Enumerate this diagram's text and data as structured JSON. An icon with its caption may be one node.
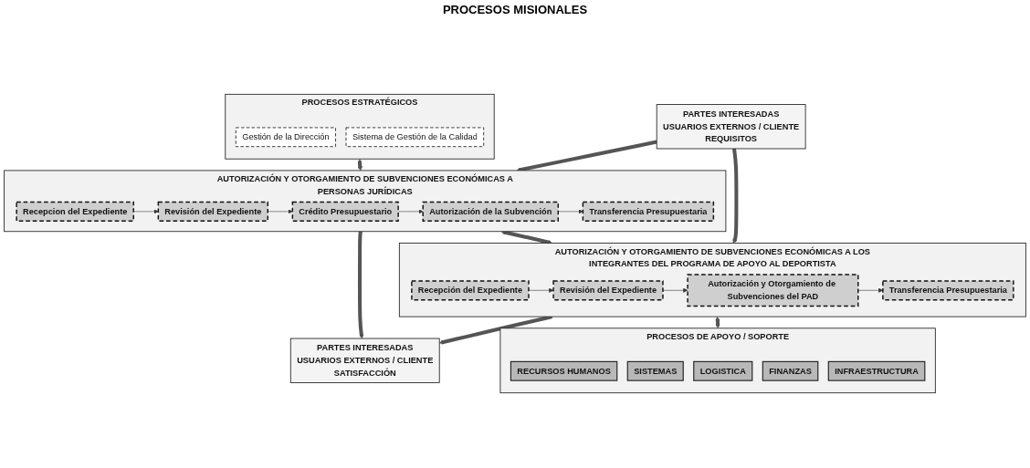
{
  "diagram": {
    "nodes": [
      {
        "text": [
          "PROCESOS ESTRATÉGICOS"
        ]
      },
      {
        "text": [
          "Gestión de la Dirección"
        ],
        "in": 0
      },
      {
        "text": [
          "Sistema de Gestión de la Calidad"
        ],
        "in": 0
      },
      {
        "text": [
          "PARTES INTERESADAS",
          "USUARIOS EXTERNOS / CLIENTE",
          "REQUISITOS"
        ]
      },
      {
        "text": [
          "AUTORIZACIÓN Y OTORGAMIENTO DE SUBVENCIONES ECONÓMICAS A PERSONAS JURÍDICAS"
        ]
      },
      {
        "text": [
          "Recepcion del Expediente"
        ],
        "in": 4
      },
      {
        "text": [
          "Revisión del Expediente"
        ],
        "in": 4
      },
      {
        "text": [
          "Crédito Presupuestario"
        ],
        "in": 4
      },
      {
        "text": [
          "Autorización de la Subvención"
        ],
        "in": 4
      },
      {
        "text": [
          "Transferencia Presupuestaria"
        ],
        "in": 4
      },
      {
        "text": [
          "AUTORIZACIÓN Y OTORGAMIENTO DE SUBVENCIONES ECONÓMICAS A LOS INTEGRANTES DEL PROGRAMA DE APOYO AL DEPORTISTA"
        ]
      },
      {
        "text": [
          "Recepción del Expediente"
        ],
        "in": 10
      },
      {
        "text": [
          "Revisión del Expediente"
        ],
        "in": 10
      },
      {
        "text": [
          "Autorización y Otorgamiento de Subvenciones del PAD"
        ],
        "in": 10
      },
      {
        "text": [
          "Transferencia Presupuestaria"
        ],
        "in": 10
      },
      {
        "text": [
          "PROCESOS DE APOYO / SOPORTE"
        ]
      },
      {
        "text": [
          "RECURSOS HUMANOS"
        ],
        "in": 15
      },
      {
        "text": [
          "SISTEMAS"
        ],
        "in": 15
      },
      {
        "text": [
          "LOGISTICA"
        ],
        "in": 15
      },
      {
        "text": [
          "FINANZAS"
        ],
        "in": 15
      },
      {
        "text": [
          "INFRAESTRUCTURA"
        ],
        "in": 15
      },
      {
        "text": [
          "PARTES INTERESADAS",
          "USUARIOS EXTERNOS / CLIENTE",
          "SATISFACCIÓN"
        ]
      }
    ],
    "edges": [
      {
        "from": 0,
        "to": 4,
        "arrow": "both",
        "style": "thick"
      },
      {
        "from": 3,
        "to": 4,
        "arrow": "to",
        "style": "thick"
      },
      {
        "from": 3,
        "to": 10,
        "arrow": "to",
        "style": "thick"
      },
      {
        "from": 5,
        "to": 6,
        "arrow": "to"
      },
      {
        "from": 6,
        "to": 7,
        "arrow": "to"
      },
      {
        "from": 7,
        "to": 8,
        "arrow": "to"
      },
      {
        "from": 8,
        "to": 9,
        "arrow": "to"
      },
      {
        "from": 4,
        "to": 21,
        "arrow": "to",
        "style": "thick"
      },
      {
        "from": 4,
        "to": 10,
        "arrow": "both",
        "style": "thick"
      },
      {
        "from": 11,
        "to": 12,
        "arrow": "to"
      },
      {
        "from": 12,
        "to": 13,
        "arrow": "to"
      },
      {
        "from": 13,
        "to": 14,
        "arrow": "to"
      },
      {
        "from": 10,
        "to": 21,
        "arrow": "to",
        "style": "thick"
      },
      {
        "from": 10,
        "to": 15,
        "arrow": "both",
        "style": "thick"
      }
    ],
    "labels": [
      "PROCESOS MISIONALES"
    ]
  }
}
